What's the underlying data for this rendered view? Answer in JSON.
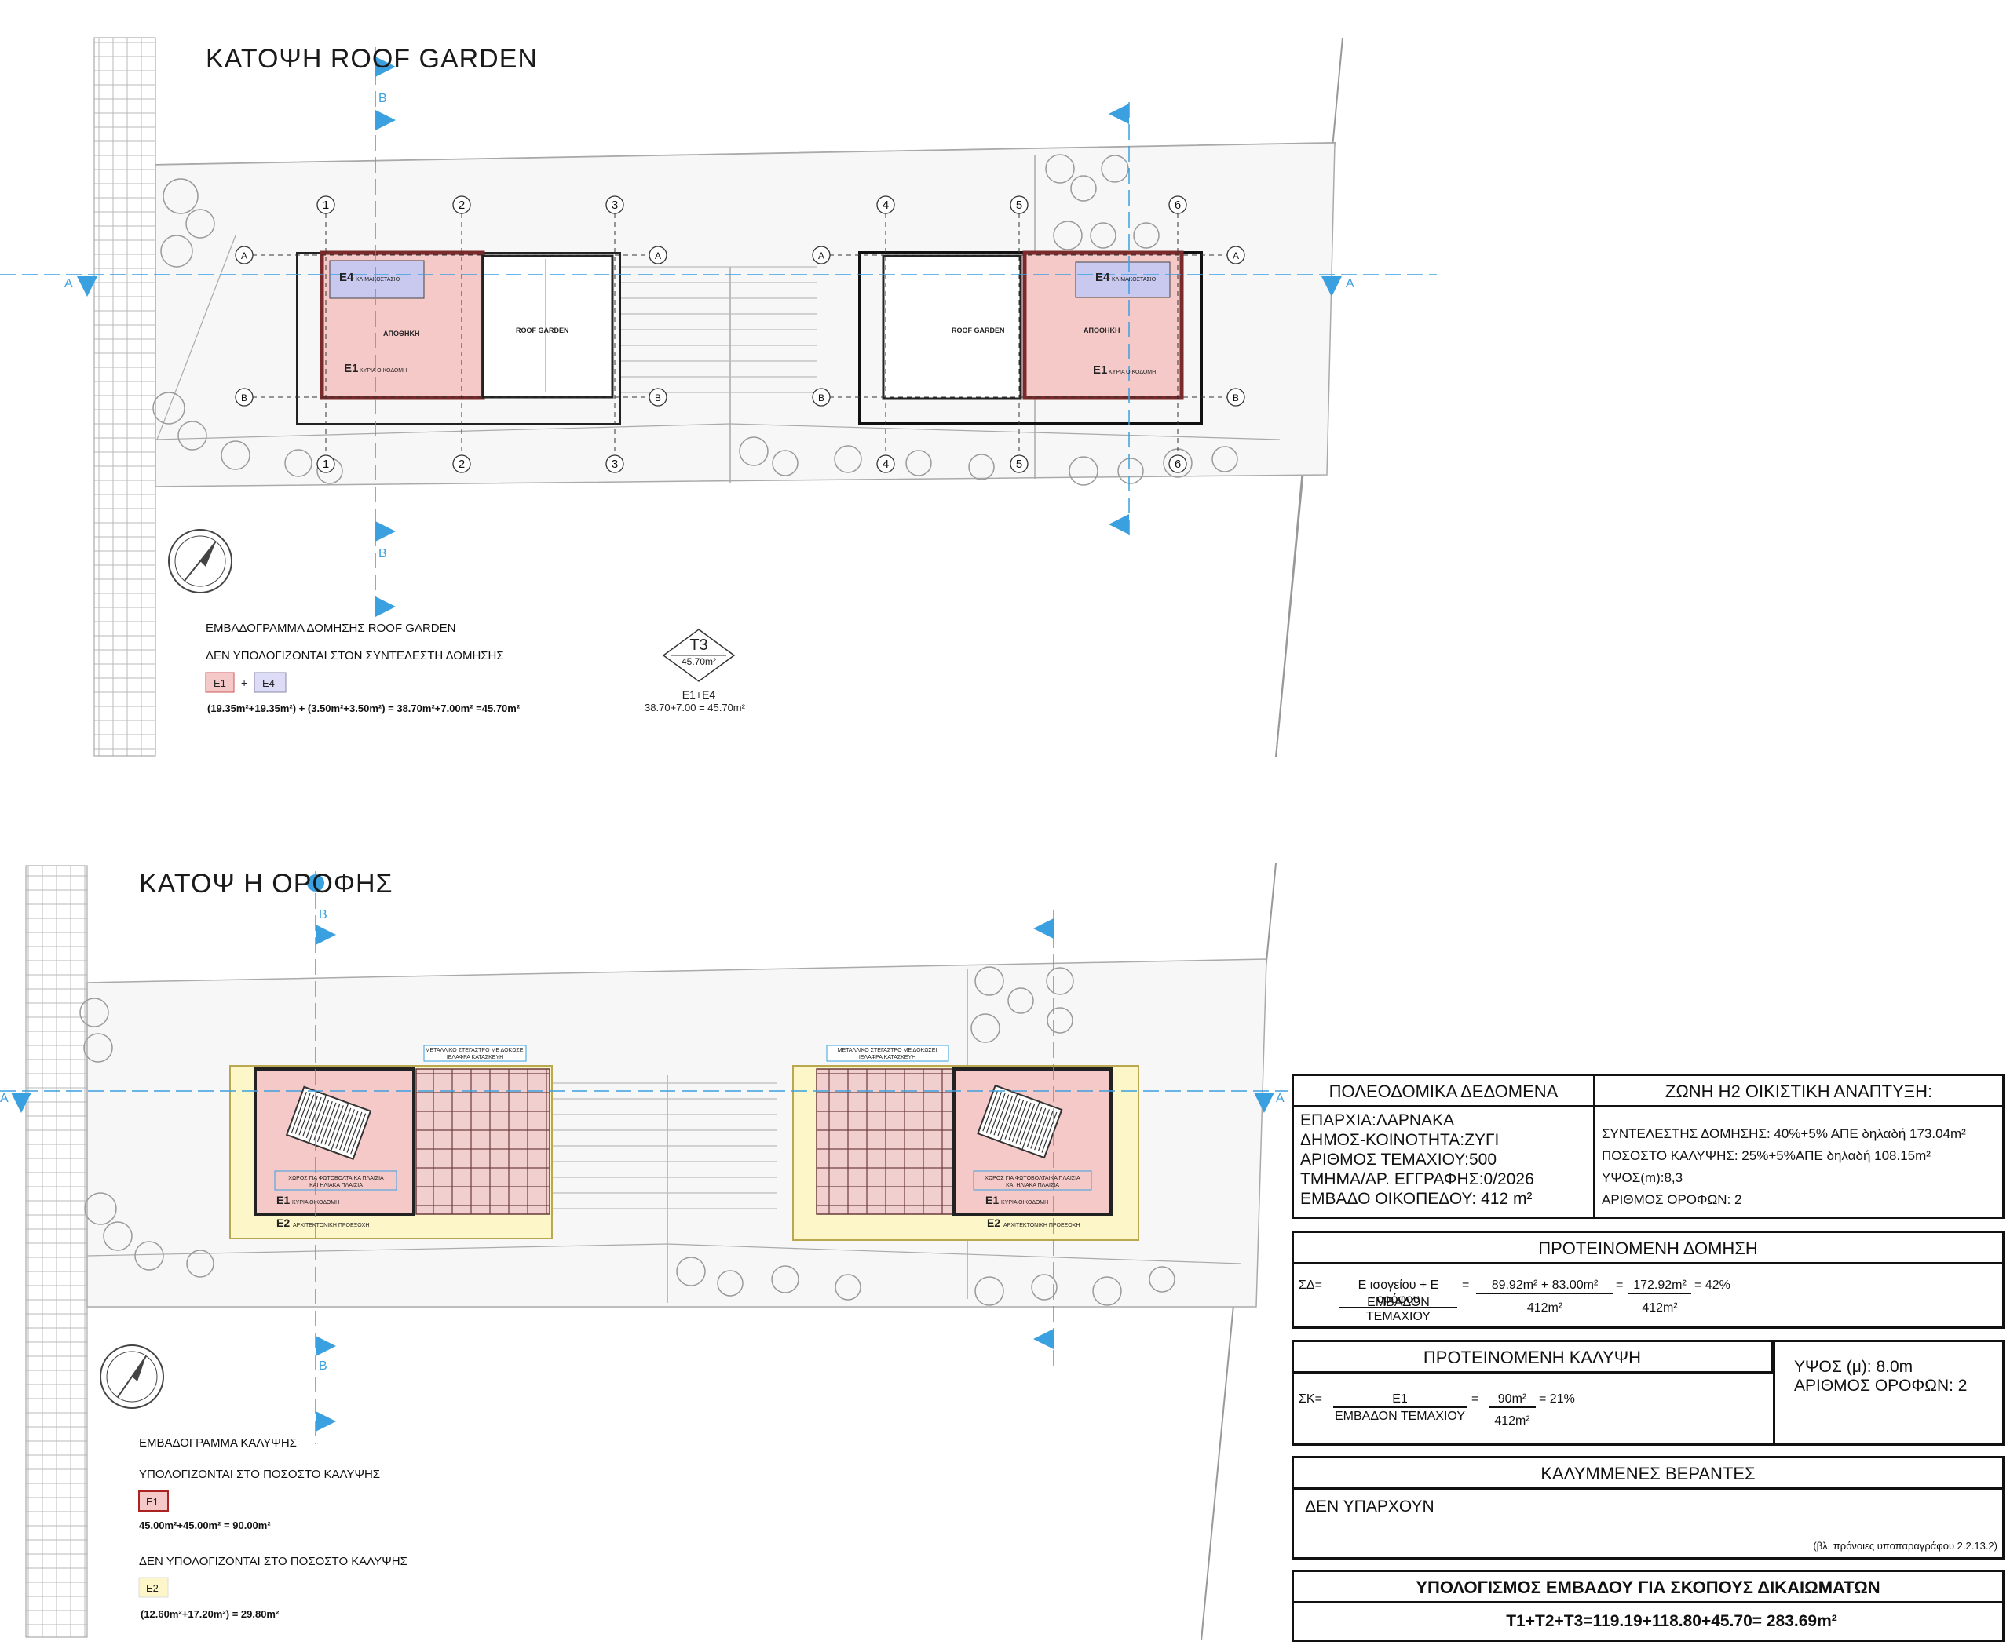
{
  "roof_plan": {
    "title": "ΚΑΤΟΨΗ ROOF GARDEN",
    "grid_numbers": [
      "1",
      "2",
      "3",
      "4",
      "5",
      "6"
    ],
    "grid_letters": [
      "A",
      "B"
    ],
    "section_labels": {
      "a": "A",
      "b": "B"
    },
    "rooms": {
      "e4": "E4",
      "stair": "ΚΛΙΜΑΚΟΣΤΑΣΙΟ",
      "storage": "ΑΠΟΘΗΚΗ",
      "e1": "E1",
      "main": "ΚΥΡΙΑ ΟΙΚΟΔΟΜΗ",
      "roof_garden": "ROOF GARDEN"
    },
    "area_title": "ΕΜΒΑΔΟΓΡΑΜΜΑ ΔΟΜΗΣΗΣ ROOF GARDEN",
    "area_note": "ΔΕΝ ΥΠΟΛΟΓΙΖΟΝΤΑΙ ΣΤΟΝ ΣΥΝΤΕΛΕΣΤΗ ΔΟΜΗΣΗΣ",
    "legend_e1": "E1",
    "legend_plus": "+",
    "legend_e4": "E4",
    "formula": "(19.35m²+19.35m²) + (3.50m²+3.50m²) = 38.70m²+7.00m² =45.70m²",
    "tag_name": "T3",
    "tag_area": "45.70m²",
    "tag_sum_label": "E1+E4",
    "tag_sum": "38.70+7.00 = 45.70m²"
  },
  "floor_plan": {
    "title": "ΚΑΤΟΨ Η ΟΡΟΦΗΣ",
    "section_labels": {
      "a": "A",
      "b": "B"
    },
    "roof_note_line1": "ΜΕΤΑΛΛΙΚΟ ΣΤΕΓΑΣΤΡΟ ΜΕ ΔΟΚΩΣΕΙ",
    "roof_note_line2": "ΙΕΛΑΦΡΑ ΚΑΤΑΣΚΕΥΗ",
    "pv_line1": "ΧΩΡΟΣ ΓΙΑ ΦΩΤΟΒΟΛΤΑΙΚΑ ΠΛΑΙΣΙΑ",
    "pv_line2": "ΚΑΙ ΗΛΙΑΚΑ ΠΛΑΙΣΙΑ",
    "e1": "E1",
    "main": "ΚΥΡΙΑ ΟΙΚΟΔΟΜΗ",
    "e2": "E2",
    "projection": "ΑΡΧΙΤΕΚΤΟΝΙΚΗ ΠΡΟΕΞΟΧΗ",
    "area_title": "ΕΜΒΑΔΟΓΡΑΜΜΑ ΚΑΛΥΨΗΣ",
    "included_note": "ΥΠΟΛΟΓΙΖΟΝΤΑΙ ΣΤΟ ΠΟΣΟΣΤΟ ΚΑΛΥΨΗΣ",
    "legend_e1": "E1",
    "formula_e1": "45.00m²+45.00m² = 90.00m²",
    "excluded_note": "ΔΕΝ ΥΠΟΛΟΓΙΖΟΝΤΑΙ ΣΤΟ ΠΟΣΟΣΤΟ ΚΑΛΥΨΗΣ",
    "legend_e2": "E2",
    "formula_e2": "(12.60m²+17.20m²) = 29.80m²"
  },
  "planning": {
    "header_left": "ΠΟΛΕΟΔΟΜΙΚΑ ΔΕΔΟΜΕΝΑ",
    "header_right": "ΖΩΝΗ Η2 ΟΙΚΙΣΤΙΚΗ ΑΝΑΠΤΥΞΗ:",
    "left_lines": [
      "ΕΠΑΡΧΙΑ:ΛΑΡΝΑΚΑ",
      "ΔΗΜΟΣ-ΚΟΙΝΟΤΗΤΑ:ΖΥΓΙ",
      "ΑΡΙΘΜΟΣ ΤΕΜΑΧΙΟΥ:500",
      "ΤΜΗΜΑ/ΑΡ. ΕΓΓΡΑΦΗΣ:0/2026",
      "ΕΜΒΑΔΟ ΟΙΚΟΠΕΔΟΥ: 412 m²"
    ],
    "right_lines": [
      "ΣΥΝΤΕΛΕΣΤΗΣ ΔΟΜΗΣΗΣ: 40%+5% ΑΠΕ δηλαδή 173.04m²",
      "ΠΟΣΟΣΤΟ ΚΑΛΥΨΗΣ: 25%+5%ΑΠΕ δηλαδή 108.15m²",
      "ΥΨΟΣ(m):8,3",
      "ΑΡΙΘΜΟΣ ΟΡΟΦΩΝ: 2"
    ]
  },
  "proposed_building": {
    "header": "ΠΡΟΤΕΙΝΟΜΕΝΗ ΔΟΜΗΣΗ",
    "symbol": "ΣΔ=",
    "numerator": "Ε ισογείου + Ε ορόφου",
    "denominator": "ΕΜΒΑΔΟΝ ΤΕΜΑΧΙΟΥ",
    "eq1": "=",
    "num2": "89.92m² + 83.00m²",
    "den2": "412m²",
    "eq2": "=",
    "num3": "172.92m²",
    "den3": "412m²",
    "result": "= 42%"
  },
  "proposed_coverage": {
    "header": "ΠΡΟΤΕΙΝΟΜΕΝΗ ΚΑΛΥΨΗ",
    "symbol": "ΣΚ=",
    "numerator": "Ε1",
    "denominator": "ΕΜΒΑΔΟΝ ΤΕΜΑΧΙΟΥ",
    "eq1": "=",
    "num2": "90m²",
    "den2": "412m²",
    "result": "= 21%",
    "height": "ΥΨΟΣ (μ): 8.0m",
    "floors": "ΑΡΙΘΜΟΣ ΟΡΟΦΩΝ: 2"
  },
  "verandas": {
    "header": "ΚΑΛΥΜΜΕΝΕΣ ΒΕΡΑΝΤΕΣ",
    "body": "ΔΕΝ ΥΠΑΡΧΟΥΝ",
    "note": "(βλ. πρόνοιες υποπαραγράφου 2.2.13.2)"
  },
  "rights": {
    "header": "ΥΠΟΛΟΓΙΣΜΟΣ ΕΜΒΑΔΟΥ ΓΙΑ ΣΚΟΠΟΥΣ ΔΙΚΑΙΩΜΑΤΩΝ",
    "formula": "Τ1+Τ2+Τ3=119.19+118.80+45.70= 283.69m²"
  },
  "colors": {
    "e1_fill": "#f6c9c9",
    "e4_fill": "#c9c9f0",
    "e2_fill": "#fdf6c8",
    "axis_blue": "#3aa0e0",
    "wall": "#7a2a2a"
  }
}
